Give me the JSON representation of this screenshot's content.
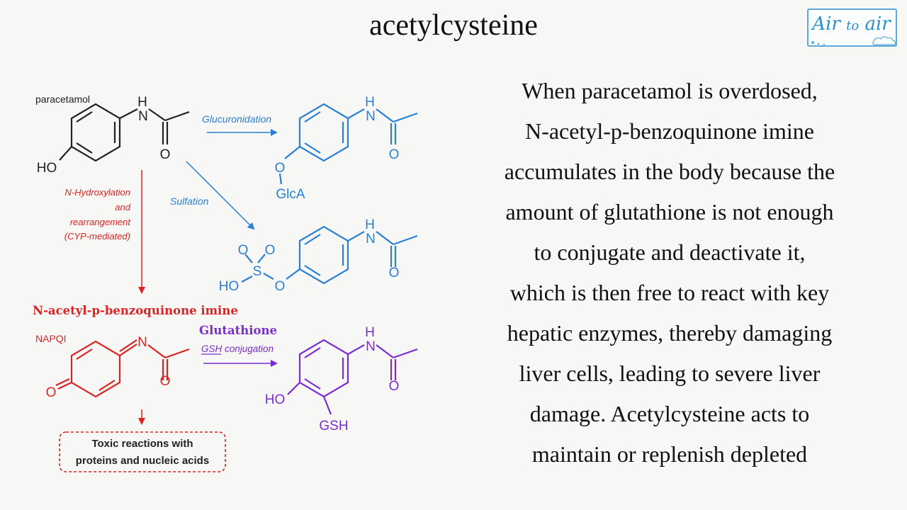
{
  "title": "acetylcysteine",
  "logo": {
    "part1": "Air",
    "part2": "to",
    "part3": "air"
  },
  "diagram": {
    "paracetamol_label": "paracetamol",
    "glucuronidation_label": "Glucuronidation",
    "sulfation_label": "Sulfation",
    "hydroxylation_line1": "N-Hydroxylation",
    "hydroxylation_line2": "and",
    "hydroxylation_line3": "rearrangement",
    "hydroxylation_line4": "(CYP-mediated)",
    "napqi_full_name": "N-acetyl-p-benzoquinone imine",
    "napqi_abbr": "NAPQI",
    "glutathione_label": "Glutathione",
    "gsh_conjugation_label": "GSH conjugation",
    "toxic_line1": "Toxic reactions with",
    "toxic_line2": "proteins and nucleic acids",
    "atom_H": "H",
    "atom_N": "N",
    "atom_O": "O",
    "atom_S": "S",
    "group_HO": "HO",
    "group_GlcA": "GlcA",
    "group_GSH": "GSH",
    "colors": {
      "paracetamol": "#222222",
      "phase2": "#2a7fd4",
      "toxic": "#dd2222",
      "glutathione": "#7a2dd0"
    }
  },
  "paragraph_lines": [
    "When paracetamol is overdosed,",
    "N-acetyl-p-benzoquinone imine",
    "accumulates in the body because the",
    "amount of glutathione is not enough",
    "to conjugate and deactivate it,",
    "which is then free to react with key",
    "hepatic enzymes, thereby damaging",
    "liver cells, leading to severe liver",
    "damage. Acetylcysteine acts to",
    "maintain or replenish depleted"
  ]
}
